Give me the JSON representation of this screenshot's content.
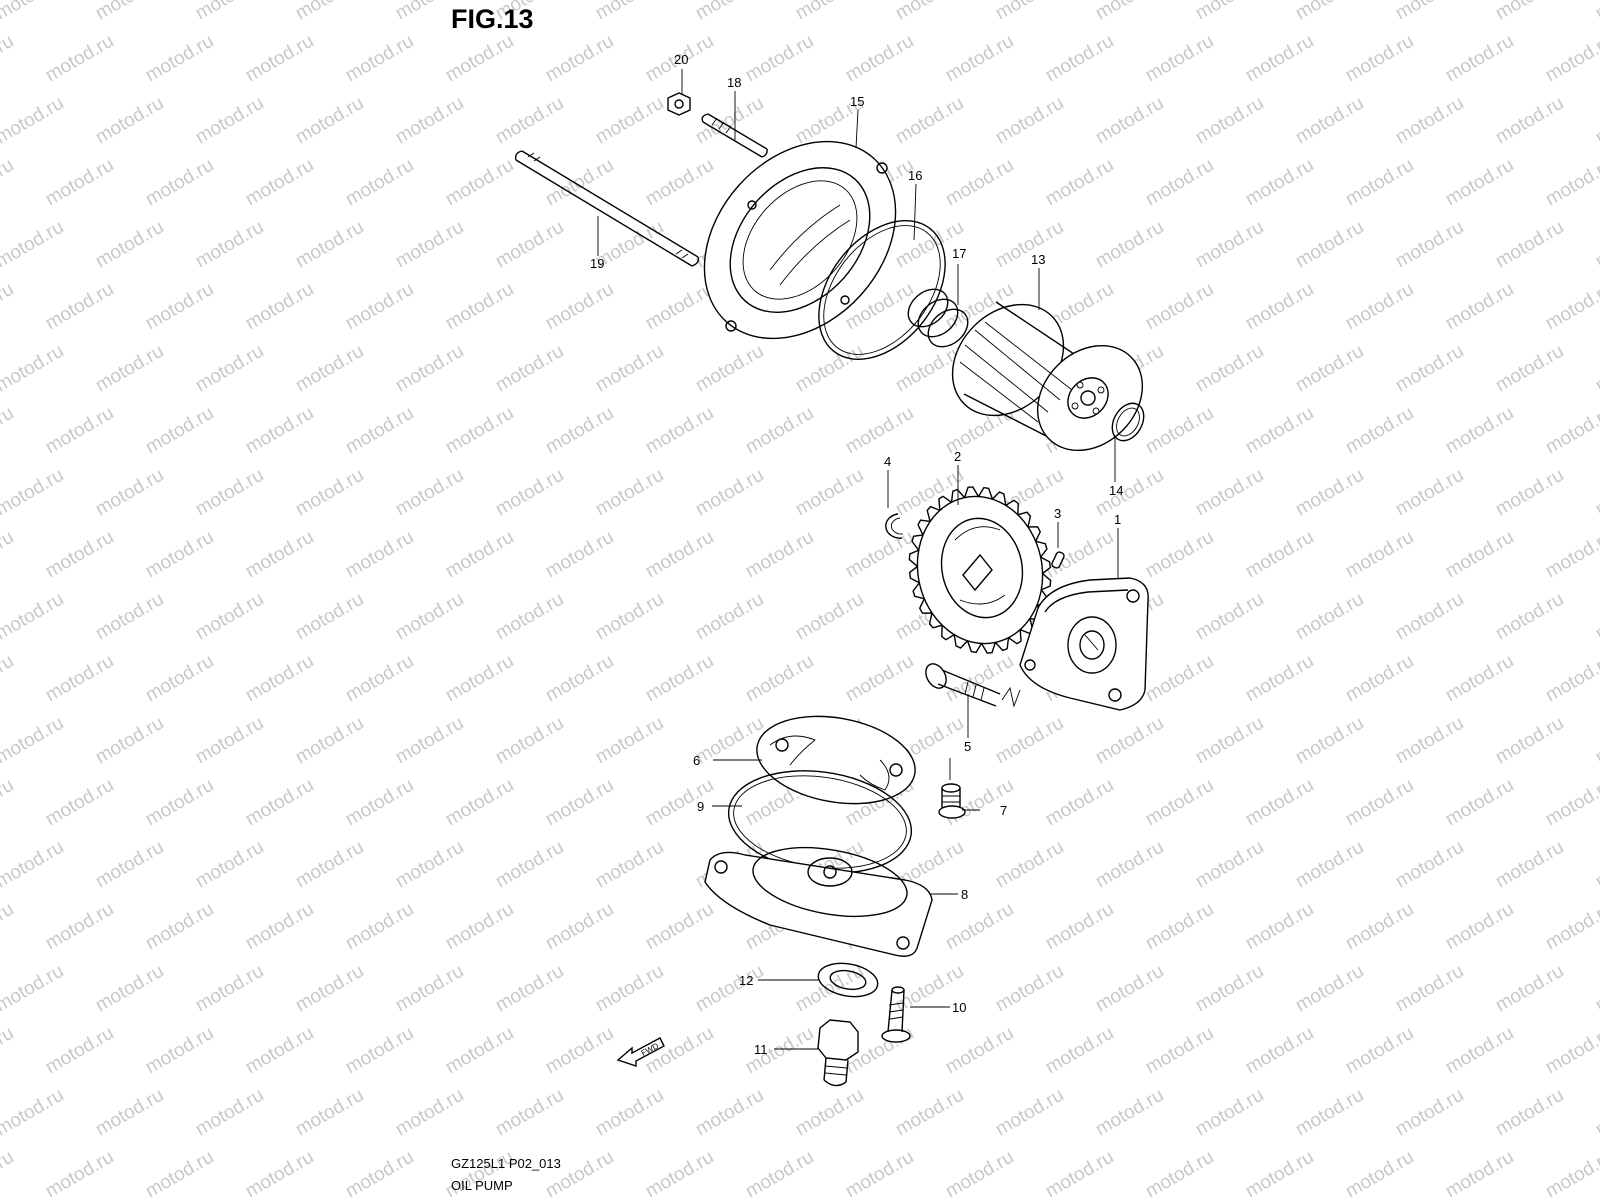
{
  "figure": {
    "title": "FIG.13",
    "model_code": "GZ125L1 P02_013",
    "part_group": "OIL PUMP",
    "watermark": "motod.ru",
    "fwd_label": "FWD"
  },
  "callouts": [
    {
      "id": "1",
      "label": "1"
    },
    {
      "id": "2",
      "label": "2"
    },
    {
      "id": "3",
      "label": "3"
    },
    {
      "id": "4",
      "label": "4"
    },
    {
      "id": "5",
      "label": "5"
    },
    {
      "id": "6",
      "label": "6"
    },
    {
      "id": "7",
      "label": "7"
    },
    {
      "id": "8",
      "label": "8"
    },
    {
      "id": "9",
      "label": "9"
    },
    {
      "id": "10",
      "label": "10"
    },
    {
      "id": "11",
      "label": "11"
    },
    {
      "id": "12",
      "label": "12"
    },
    {
      "id": "13",
      "label": "13"
    },
    {
      "id": "14",
      "label": "14"
    },
    {
      "id": "15",
      "label": "15"
    },
    {
      "id": "16",
      "label": "16"
    },
    {
      "id": "17",
      "label": "17"
    },
    {
      "id": "18",
      "label": "18"
    },
    {
      "id": "19",
      "label": "19"
    },
    {
      "id": "20",
      "label": "20"
    }
  ]
}
